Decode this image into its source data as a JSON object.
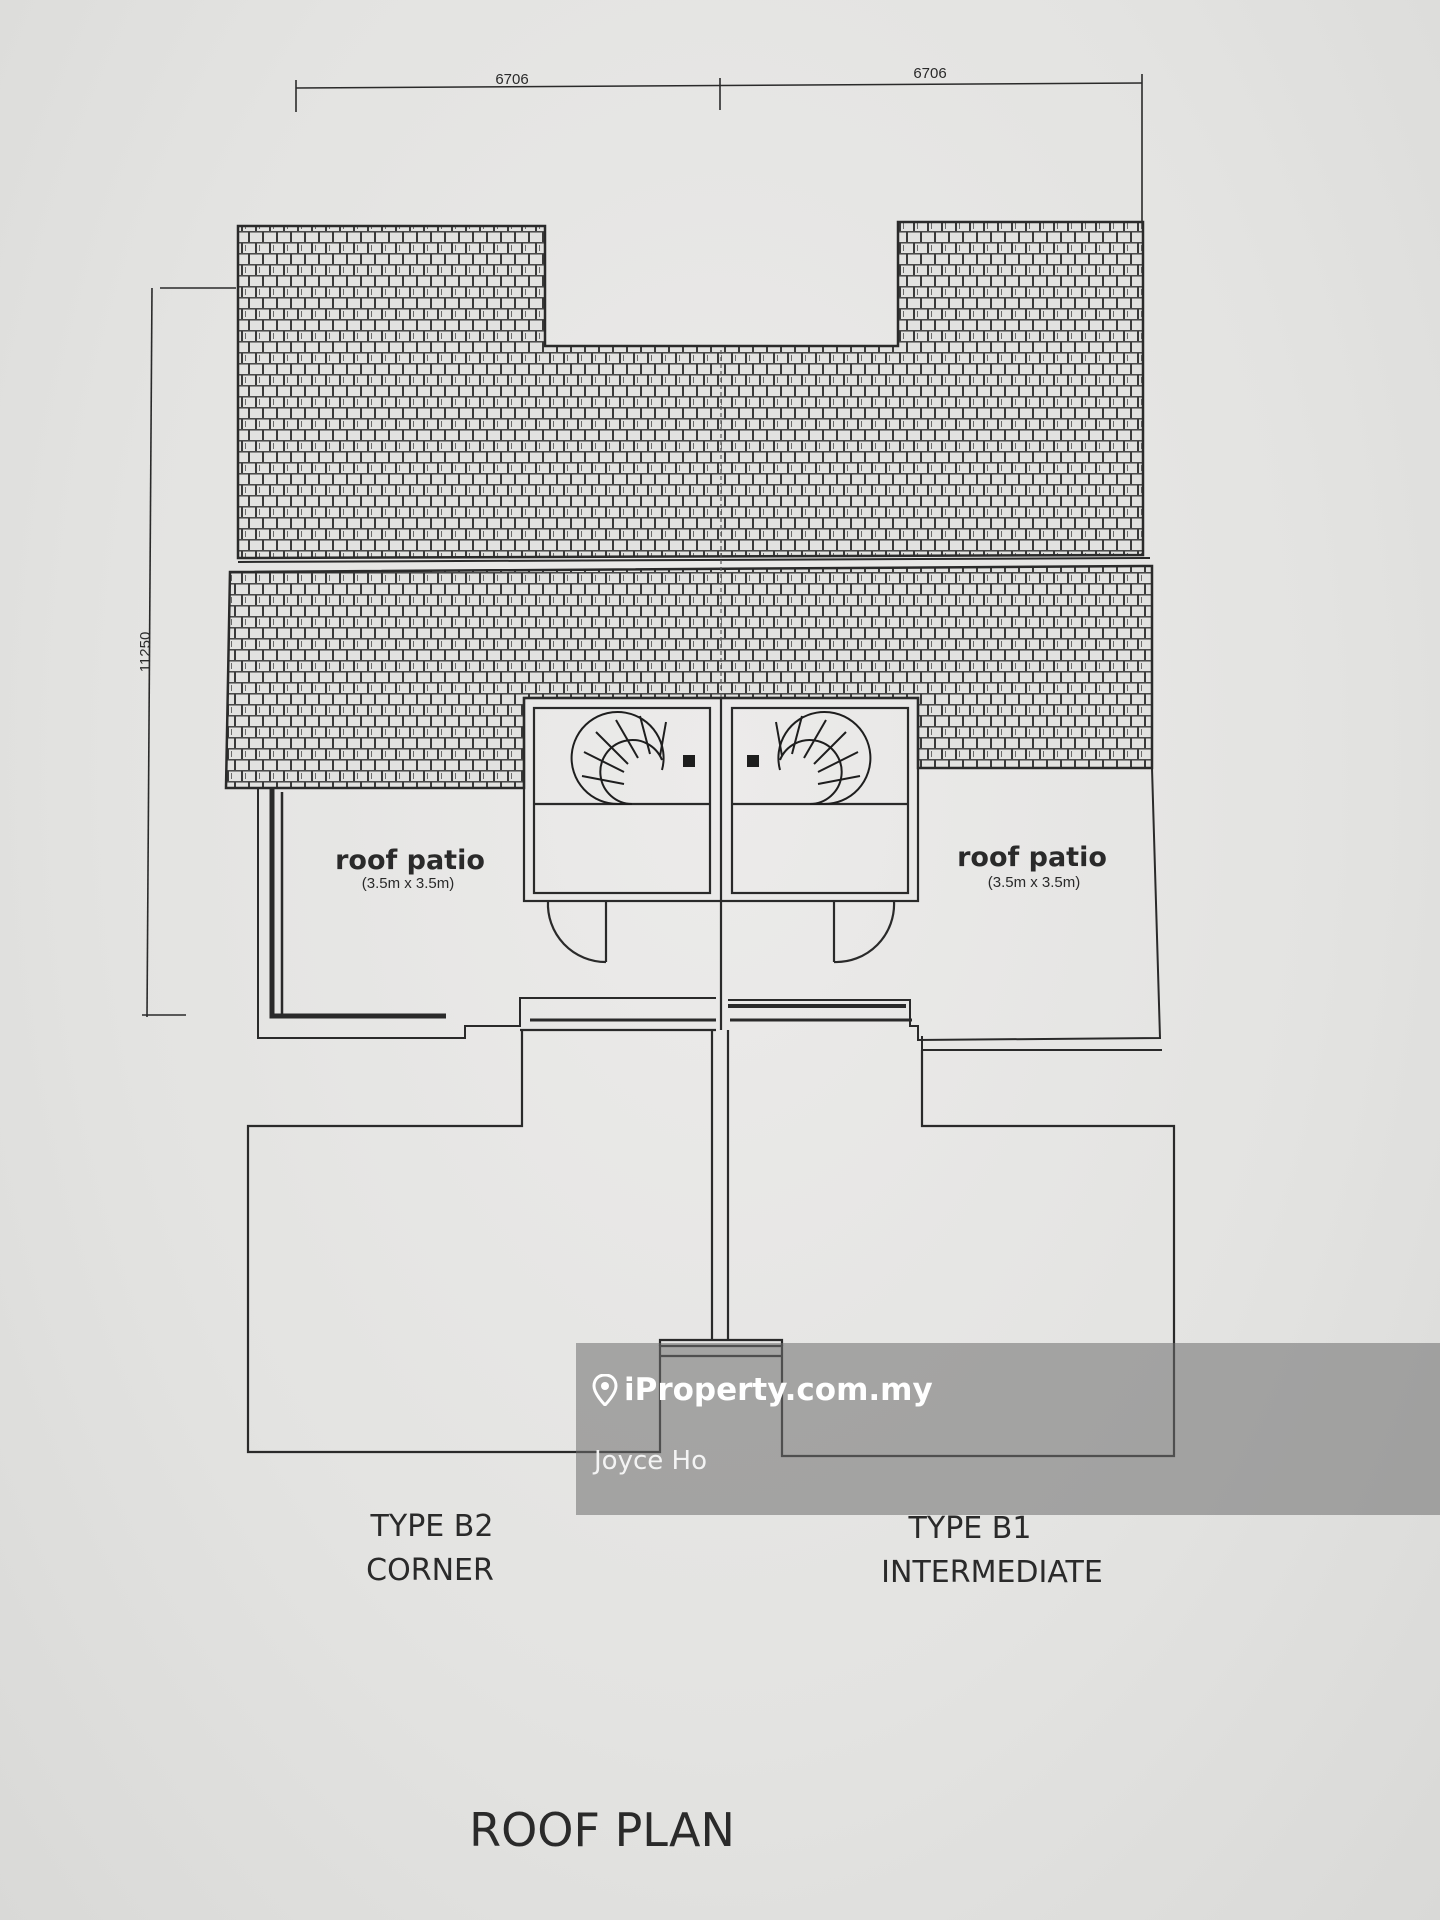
{
  "dimensions": {
    "width_left": "6706",
    "width_right": "6706",
    "depth": "11250"
  },
  "patios": [
    {
      "title": "roof patio",
      "size": "(3.5m x 3.5m)"
    },
    {
      "title": "roof patio",
      "size": "(3.5m x 3.5m)"
    }
  ],
  "units": [
    {
      "type": "TYPE B2",
      "name": "CORNER"
    },
    {
      "type": "TYPE B1",
      "name": "INTERMEDIATE"
    }
  ],
  "title": "ROOF PLAN",
  "watermark": {
    "brand": "iProperty.com.my",
    "author": "Joyce Ho",
    "brand_icon": "location-pin-icon"
  }
}
